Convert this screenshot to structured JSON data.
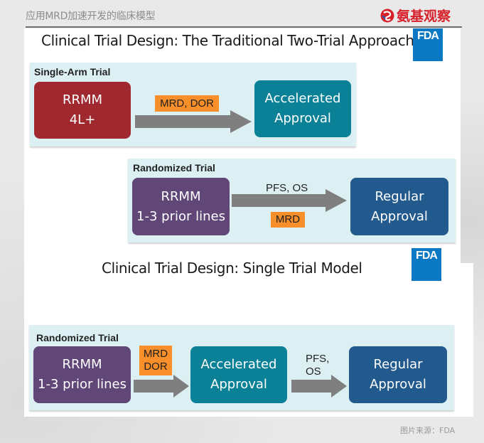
{
  "header": {
    "title": "应用MRD加速开发的临床模型",
    "brand_name": "氨基观察",
    "brand_color": "#d8202a"
  },
  "section1": {
    "title": "Clinical Trial Design: The Traditional Two-Trial Approach",
    "logo_text": "FDA",
    "single_arm": {
      "label": "Single-Arm Trial",
      "source_box": {
        "line1": "RRMM",
        "line2": "4L+"
      },
      "endpoint_tag": "MRD, DOR",
      "target_box": {
        "line1": "Accelerated",
        "line2": "Approval"
      }
    },
    "randomized": {
      "label": "Randomized Trial",
      "source_box": {
        "line1": "RRMM",
        "line2": "1-3 prior lines"
      },
      "endpoint_label": "PFS, OS",
      "endpoint_tag": "MRD",
      "target_box": {
        "line1": "Regular",
        "line2": "Approval"
      }
    }
  },
  "section2": {
    "title": "Clinical Trial Design: Single Trial Model",
    "logo_text": "FDA",
    "randomized": {
      "label": "Randomized Trial",
      "source_box": {
        "line1": "RRMM",
        "line2": "1-3 prior lines"
      },
      "endpoint_tag": {
        "line1": "MRD",
        "line2": "DOR"
      },
      "middle_box": {
        "line1": "Accelerated",
        "line2": "Approval"
      },
      "endpoint_label": {
        "line1": "PFS,",
        "line2": "OS"
      },
      "target_box": {
        "line1": "Regular",
        "line2": "Approval"
      }
    }
  },
  "footer": {
    "source": "图片来源：FDA"
  },
  "colors": {
    "red_box": "#a0292f",
    "purple_box": "#614678",
    "teal_box": "#0a8197",
    "blue_box": "#235a8e",
    "orange_tag": "#f98f2a",
    "arrow_gray": "#7f7f7f",
    "panel_bg": "#dcf0f3",
    "fda_blue": "#0a78c2"
  }
}
